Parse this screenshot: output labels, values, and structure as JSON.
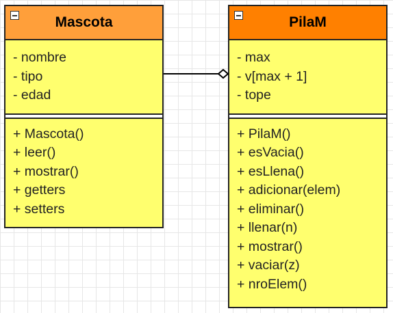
{
  "classes": [
    {
      "name": "Mascota",
      "header_color": "#ff9f3a",
      "attributes": [
        "- nombre",
        "- tipo",
        "- edad"
      ],
      "methods": [
        "+ Mascota()",
        "+ leer()",
        "+ mostrar()",
        "+ getters",
        "+ setters"
      ]
    },
    {
      "name": "PilaM",
      "header_color": "#ff8000",
      "attributes": [
        "- max",
        "- v[max + 1]",
        "- tope"
      ],
      "methods": [
        "+ PilaM()",
        "+ esVacia()",
        "+ esLlena()",
        "+ adicionar(elem)",
        "+ eliminar()",
        "+ llenar(n)",
        "+ mostrar()",
        "+ vaciar(z)",
        "+ nroElem()"
      ]
    }
  ],
  "relationship": {
    "type": "aggregation",
    "from": "Mascota",
    "to": "PilaM"
  }
}
